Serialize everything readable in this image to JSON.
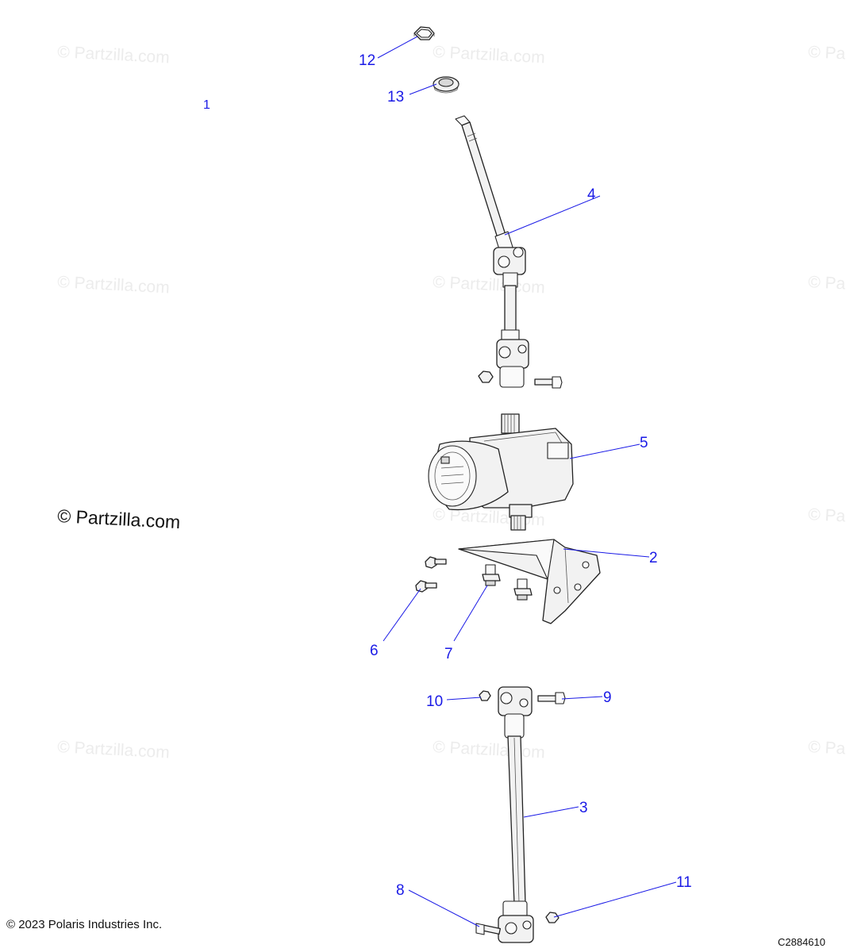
{
  "diagram": {
    "callouts": [
      "1",
      "2",
      "3",
      "4",
      "5",
      "6",
      "7",
      "8",
      "9",
      "10",
      "11",
      "12",
      "13"
    ],
    "watermark_text": "© Partzilla.com"
  },
  "footer": {
    "copyright": "© 2023 Polaris Industries Inc.",
    "drawing_code": "C2884610"
  },
  "colors": {
    "callout": "#1a1ae6",
    "line_art": "#222222",
    "watermark_faint": "#ececec"
  }
}
